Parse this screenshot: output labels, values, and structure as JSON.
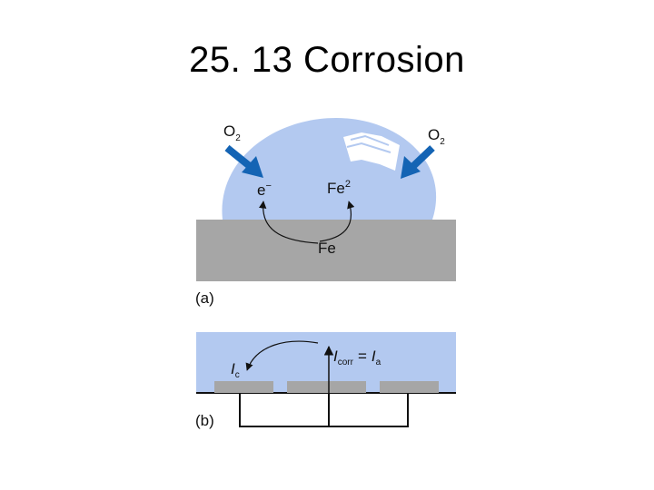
{
  "slide": {
    "title": "25. 13 Corrosion"
  },
  "panel_a": {
    "label": "(a)",
    "oxygen_left": {
      "base": "O",
      "sub": "2"
    },
    "oxygen_right": {
      "base": "O",
      "sub": "2"
    },
    "electron": {
      "base": "e",
      "sup": "−"
    },
    "iron_ion": {
      "base": "Fe",
      "sup": "2"
    },
    "iron": "Fe"
  },
  "panel_b": {
    "label": "(b)",
    "ic": {
      "base": "I",
      "sub": "c"
    },
    "icorr": {
      "base": "I",
      "sub": "corr"
    },
    "equals": "=",
    "ia": {
      "base": "I",
      "sub": "a"
    }
  },
  "colors": {
    "water": "#b3c9f0",
    "metal": "#a6a6a6",
    "arrow": "#1464b4",
    "highlight": "#ffffff"
  }
}
